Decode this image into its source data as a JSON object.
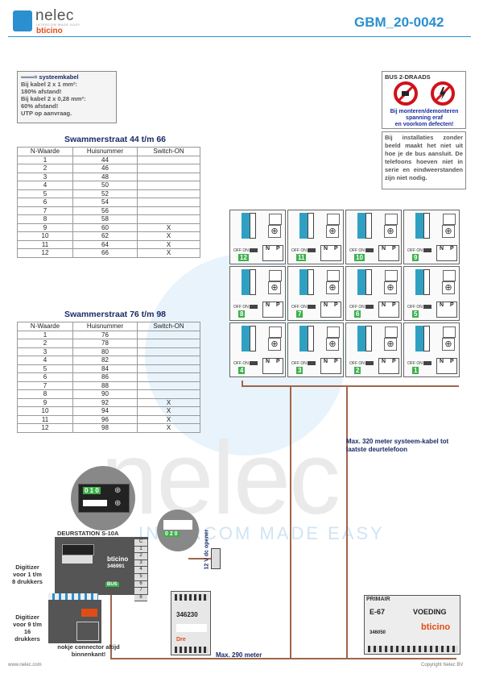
{
  "brand": {
    "name": "nelec",
    "tagline": "INTERCOM MADE EASY",
    "partner": "bticino"
  },
  "doc_id": "GBM_20-0042",
  "legend": {
    "lines": [
      "═══= systeemkabel",
      "Bij kabel 2 x 1 mm²:",
      "180% afstand!",
      "Bij kabel 2 x 0,28 mm²:",
      "60% afstand!",
      "UTP op aanvraag."
    ]
  },
  "bus_box": {
    "title": "BUS 2-DRAADS",
    "warning": [
      "Bij monteren/demonteren",
      "spanning eraf",
      "en voorkom defecten!"
    ]
  },
  "bus_note": "Bij installaties zonder beeld maakt het niet uit hoe je de bus aansluit. De telefoons hoeven niet in serie en eindweerstanden zijn niet nodig.",
  "table1": {
    "title": "Swammerstraat 44 t/m 66",
    "headers": [
      "N-Waarde",
      "Huisnummer",
      "Switch-ON"
    ],
    "rows": [
      [
        "1",
        "44",
        ""
      ],
      [
        "2",
        "46",
        ""
      ],
      [
        "3",
        "48",
        ""
      ],
      [
        "4",
        "50",
        ""
      ],
      [
        "5",
        "52",
        ""
      ],
      [
        "6",
        "54",
        ""
      ],
      [
        "7",
        "56",
        ""
      ],
      [
        "8",
        "58",
        ""
      ],
      [
        "9",
        "60",
        "X"
      ],
      [
        "10",
        "62",
        "X"
      ],
      [
        "11",
        "64",
        "X"
      ],
      [
        "12",
        "66",
        "X"
      ]
    ]
  },
  "table2": {
    "title": "Swammerstraat 76 t/m 98",
    "headers": [
      "N-Waarde",
      "Huisnummer",
      "Switch-ON"
    ],
    "rows": [
      [
        "1",
        "76",
        ""
      ],
      [
        "2",
        "78",
        ""
      ],
      [
        "3",
        "80",
        ""
      ],
      [
        "4",
        "82",
        ""
      ],
      [
        "5",
        "84",
        ""
      ],
      [
        "6",
        "86",
        ""
      ],
      [
        "7",
        "88",
        ""
      ],
      [
        "8",
        "90",
        ""
      ],
      [
        "9",
        "92",
        "X"
      ],
      [
        "10",
        "94",
        "X"
      ],
      [
        "11",
        "96",
        "X"
      ],
      [
        "12",
        "98",
        "X"
      ]
    ]
  },
  "phones": [
    {
      "code": "12",
      "switch": "OFF ON"
    },
    {
      "code": "11",
      "switch": "OFF ON"
    },
    {
      "code": "10",
      "switch": "OFF ON"
    },
    {
      "code": "9",
      "switch": "OFF ON"
    },
    {
      "code": "8",
      "switch": "OFF ON"
    },
    {
      "code": "7",
      "switch": "OFF ON"
    },
    {
      "code": "6",
      "switch": "OFF ON"
    },
    {
      "code": "5",
      "switch": "OFF ON"
    },
    {
      "code": "4",
      "switch": "OFF ON"
    },
    {
      "code": "3",
      "switch": "OFF ON"
    },
    {
      "code": "2",
      "switch": "OFF ON"
    },
    {
      "code": "1",
      "switch": "OFF ON"
    }
  ],
  "phone_labels": {
    "n": "N",
    "p": "P"
  },
  "notes": {
    "max320": "Max. 320 meter systeem-kabel tot laatste deurtelefoon",
    "max290": "Max. 290 meter",
    "opener": "12 V dc opener"
  },
  "door_station": {
    "label": "DEURSTATION S-10A",
    "code": "346991",
    "digits": "0 1 0",
    "bus": "BUS",
    "terminals": [
      "C",
      "1",
      "2",
      "3",
      "4",
      "5",
      "6",
      "7",
      "8"
    ]
  },
  "digitizer1": "Digitizer voor 1 t/m 8 drukkers",
  "digitizer2": "Digitizer voor 9 t/m 16 drukkers",
  "connector_note": "nokje connector altijd binnenkant!",
  "relay": {
    "code": "346230",
    "digits": "0 2 0",
    "tag": "Dre"
  },
  "power": {
    "label": "PRIMAIR",
    "model": "E-67",
    "name": "VOEDING",
    "code": "346050",
    "brand": "bticino"
  },
  "footer": {
    "left": "www.nelec.com",
    "right": "Copyright Nelec BV"
  },
  "colors": {
    "accent": "#2b8fd0",
    "title": "#1c2a66",
    "wire": "#a0654a",
    "green": "#3cb04b",
    "cyan": "#2fa0c2",
    "red": "#d0121b"
  }
}
